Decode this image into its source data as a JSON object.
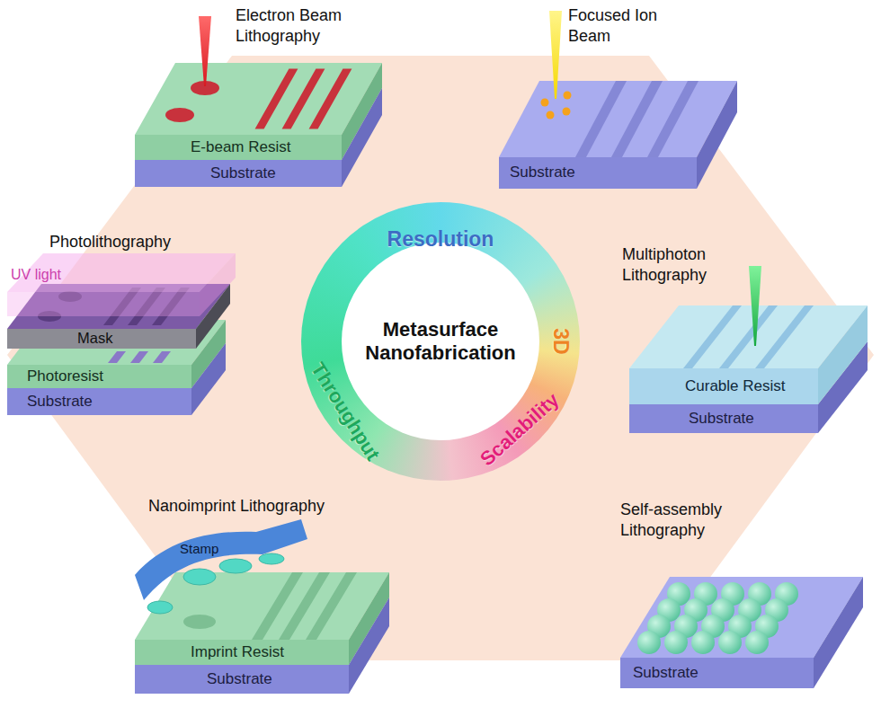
{
  "diagram": {
    "nodes": [
      {
        "text": [
          "E-beam Resist"
        ]
      },
      {
        "text": [
          "Substrate"
        ]
      },
      {
        "text": [
          "Substrate"
        ]
      },
      {
        "text": [
          "Mask"
        ]
      },
      {
        "text": [
          "Photoresist"
        ]
      },
      {
        "text": [
          "Substrate"
        ]
      },
      {
        "text": [
          "Metasurface Nanofabrication"
        ]
      },
      {
        "text": [
          "Curable Resist"
        ]
      },
      {
        "text": [
          "Substrate"
        ]
      },
      {
        "text": [
          "Stamp"
        ]
      },
      {
        "text": [
          "Imprint Resist"
        ]
      },
      {
        "text": [
          "Substrate"
        ]
      },
      {
        "text": [
          "Substrate"
        ]
      }
    ],
    "labels": [
      "Electron Beam Lithography",
      "Focused Ion Beam",
      "Photolithography",
      "UV light",
      "Resolution",
      "3D",
      "Throughput",
      "Scalability",
      "Multiphoton Lithography",
      "Nanoimprint Lithography",
      "Self-assembly Lithography"
    ]
  }
}
